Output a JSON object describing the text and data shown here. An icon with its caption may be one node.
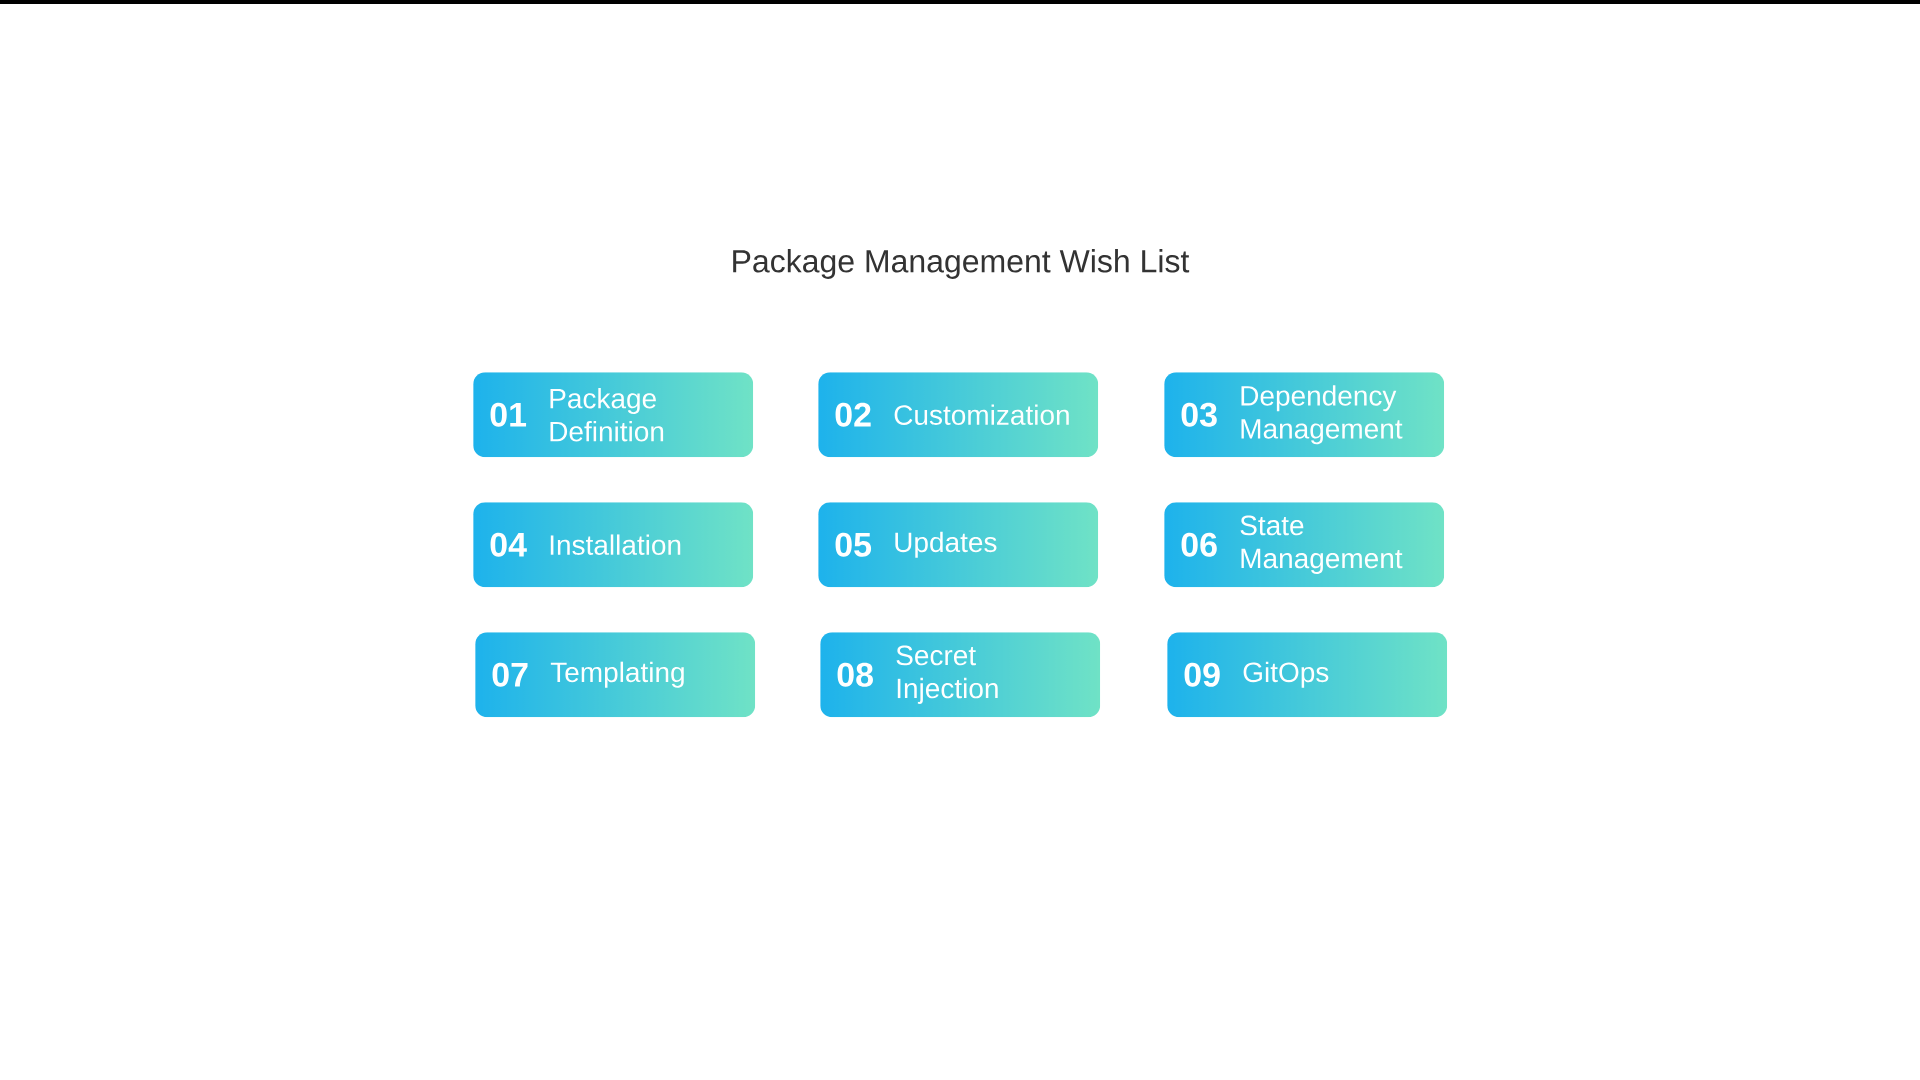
{
  "diagram": {
    "title": "Package Management Wish List",
    "nodes": [
      {
        "text": [
          "01",
          "Package Definition"
        ]
      },
      {
        "text": [
          "02",
          "Customization"
        ]
      },
      {
        "text": [
          "03",
          "Dependency Management"
        ]
      },
      {
        "text": [
          "04",
          "Installation"
        ]
      },
      {
        "text": [
          "05",
          "Updates"
        ]
      },
      {
        "text": [
          "06",
          "State Management"
        ]
      },
      {
        "text": [
          "07",
          "Templating"
        ]
      },
      {
        "text": [
          "08",
          "Secret Injection"
        ]
      },
      {
        "text": [
          "09",
          "GitOps"
        ]
      }
    ]
  }
}
